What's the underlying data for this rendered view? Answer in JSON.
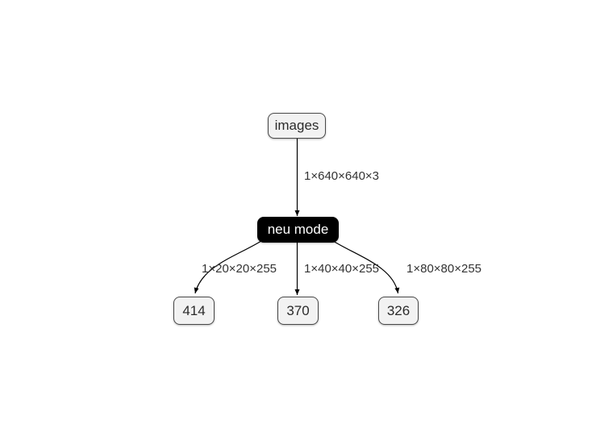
{
  "diagram": {
    "nodes": [
      {
        "id": "images",
        "label": "images",
        "kind": "input"
      },
      {
        "id": "neu-mode",
        "label": "neu mode",
        "kind": "model"
      },
      {
        "id": "out-414",
        "label": "414",
        "kind": "output"
      },
      {
        "id": "out-370",
        "label": "370",
        "kind": "output"
      },
      {
        "id": "out-326",
        "label": "326",
        "kind": "output"
      }
    ],
    "edges": [
      {
        "from": "images",
        "to": "neu mode",
        "label": "1×640×640×3"
      },
      {
        "from": "neu mode",
        "to": "414",
        "label": "1×20×20×255"
      },
      {
        "from": "neu mode",
        "to": "370",
        "label": "1×40×40×255"
      },
      {
        "from": "neu mode",
        "to": "326",
        "label": "1×80×80×255"
      }
    ],
    "colors": {
      "node_fill": "#f2f2f2",
      "node_border": "#4a4a4a",
      "node_text": "#2b2b2b",
      "model_fill": "#000000",
      "model_text": "#ffffff",
      "edge_stroke": "#000000",
      "edge_label_text": "#333333"
    }
  }
}
